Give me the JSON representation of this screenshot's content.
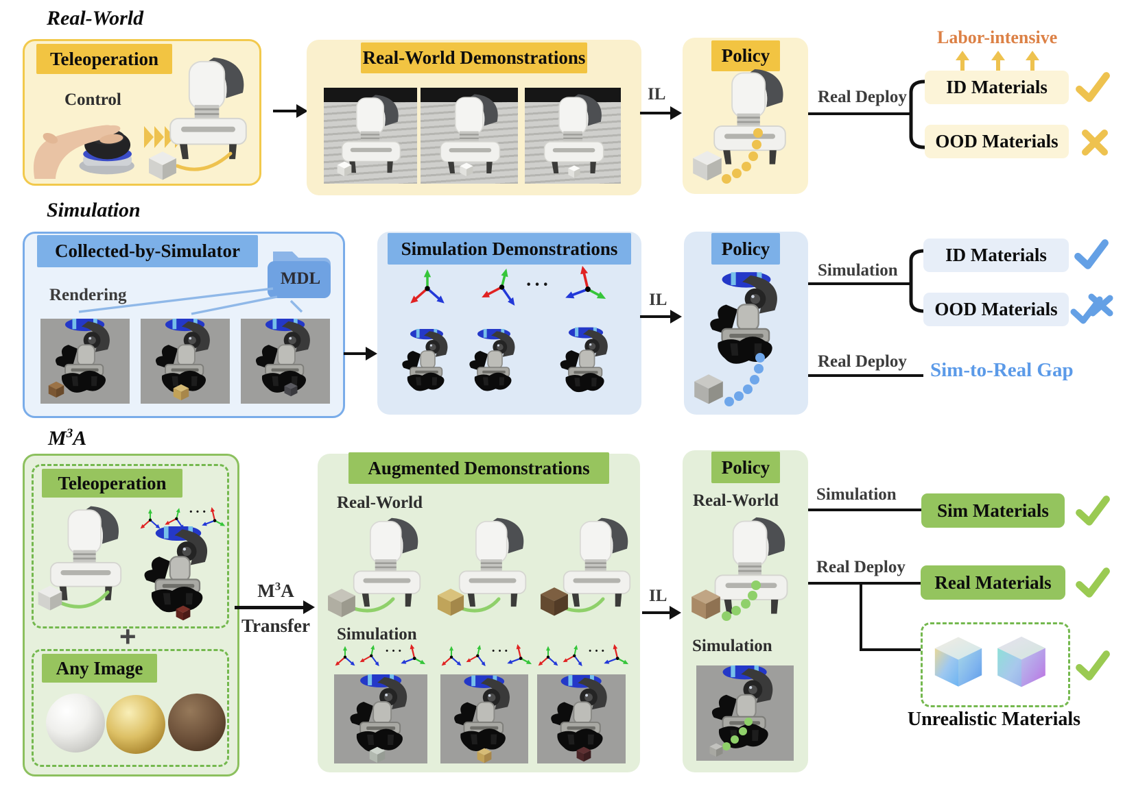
{
  "misc": {
    "ellipsis": "···",
    "plus": "+"
  },
  "real_world": {
    "section_title": "Real-World",
    "teleoperation_header": "Teleoperation",
    "control_label": "Control",
    "demonstrations_header": "Real-World Demonstrations",
    "il_label": "IL",
    "policy_header": "Policy",
    "real_deploy_label": "Real Deploy",
    "labor_intensive_label": "Labor-intensive",
    "id_materials_label": "ID Materials",
    "ood_materials_label": "OOD Materials"
  },
  "simulation": {
    "section_title": "Simulation",
    "collected_header": "Collected-by-Simulator",
    "folder_label": "MDL",
    "rendering_label": "Rendering",
    "demonstrations_header": "Simulation Demonstrations",
    "il_label": "IL",
    "policy_header": "Policy",
    "simulation_out_label": "Simulation",
    "real_deploy_label": "Real Deploy",
    "id_materials_label": "ID Materials",
    "ood_materials_label": "OOD Materials",
    "sim_to_real_gap_label": "Sim-to-Real Gap"
  },
  "m3a": {
    "section_title_base": "M",
    "section_title_sup": "3",
    "section_title_tail": "A",
    "teleoperation_header": "Teleoperation",
    "any_image_header": "Any Image",
    "transfer_base": "M",
    "transfer_sup": "3",
    "transfer_tail": "A",
    "transfer_word": "Transfer",
    "demonstrations_header": "Augmented Demonstrations",
    "demos_real_world_label": "Real-World",
    "demos_simulation_label": "Simulation",
    "il_label": "IL",
    "policy_header": "Policy",
    "policy_real_world_label": "Real-World",
    "policy_simulation_label": "Simulation",
    "simulation_out_label": "Simulation",
    "real_deploy_label": "Real Deploy",
    "sim_materials_label": "Sim Materials",
    "real_materials_label": "Real Materials",
    "unrealistic_materials_label": "Unrealistic Materials"
  },
  "colors": {
    "yellow_header": "#F2C442",
    "yellow_panel": "#FAF1CE",
    "yellow_accent": "#EEC24F",
    "orange_label": "#DC8146",
    "blue_header": "#79ACE9",
    "blue_panel": "#DEE9F6",
    "blue_accent": "#64A0E5",
    "green_header": "#97C45E",
    "green_panel": "#E4EFDA",
    "green_accent": "#9ACA52"
  },
  "icons": {
    "check": "check-icon",
    "cross": "cross-icon",
    "check_cross": "check-cross-icon",
    "folder": "folder-icon",
    "up_arrow": "up-arrow-icon",
    "axis_triad": "axis-triad-icon"
  }
}
